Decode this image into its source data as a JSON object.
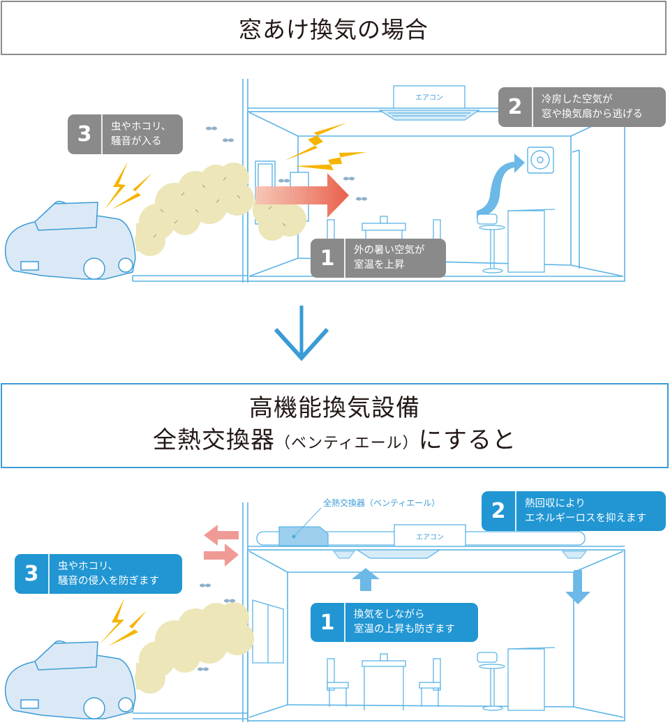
{
  "top_section": {
    "title": "窓あけ換気の場合",
    "aircon_label": "エアコン",
    "callouts": [
      {
        "number": "1",
        "line1": "外の暑い空気が",
        "line2": "室温を上昇"
      },
      {
        "number": "2",
        "line1": "冷房した空気が",
        "line2": "窓や換気扇から逃げる"
      },
      {
        "number": "3",
        "line1": "虫やホコリ、",
        "line2": "騒音が入る"
      }
    ]
  },
  "transition_arrow": "down-arrow-icon",
  "bottom_section": {
    "title_line1": "高機能換気設備",
    "title_line2_main": "全熱交換器",
    "title_line2_paren": "（ベンティエール）",
    "title_line2_tail": "にすると",
    "equipment_label": "全熱交換器（ベンティエール）",
    "aircon_label": "エアコン",
    "callouts": [
      {
        "number": "1",
        "line1": "換気をしながら",
        "line2": "室温の上昇も防ぎます"
      },
      {
        "number": "2",
        "line1": "熱回収により",
        "line2": "エネルギーロスを抑えます"
      },
      {
        "number": "3",
        "line1": "虫やホコリ、",
        "line2": "騒音の侵入を防ぎます"
      }
    ]
  },
  "colors": {
    "line_blue": "#5ab4e5",
    "badge_gray": "#8a8a8a",
    "badge_blue": "#2196d3",
    "hot_arrow": "#e8604a",
    "cool_arrow": "#6cb8e6",
    "exchange_arrow": "#f09a96",
    "dust": "#ece6b8",
    "lightning": "#f5b400",
    "car_fill": "#dbe9f6"
  }
}
